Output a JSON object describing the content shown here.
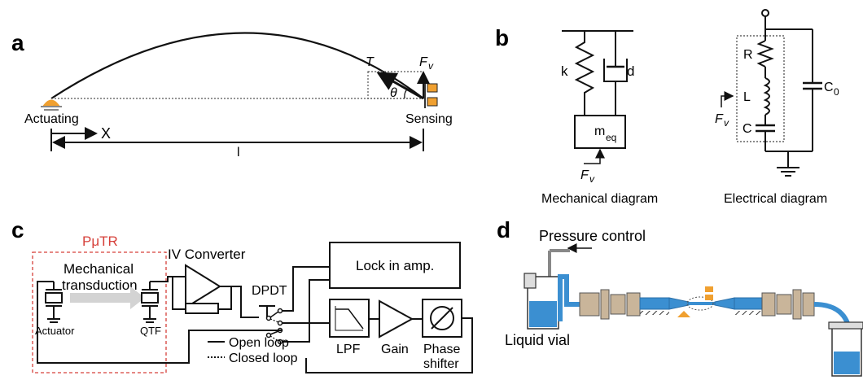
{
  "panels": {
    "a": "a",
    "b": "b",
    "c": "c",
    "d": "d"
  },
  "panel_a": {
    "actuating": "Actuating",
    "sensing": "Sensing",
    "x": "X",
    "tension": "T",
    "force": "F",
    "force_sub": "v",
    "angle": "θ",
    "length": "l"
  },
  "panel_b": {
    "spring": "k",
    "damper": "d",
    "mass": "m",
    "mass_sub": "eq",
    "force": "F",
    "force_sub": "v",
    "resistor": "R",
    "inductor": "L",
    "capacitor": "C",
    "parallel_cap": "C",
    "parallel_cap_sub": "0",
    "e_force": "F",
    "e_force_sub": "v",
    "mech_caption": "Mechanical diagram",
    "elec_caption": "Electrical diagram"
  },
  "panel_c": {
    "ptr_label": "PμTR",
    "mech_trans_1": "Mechanical",
    "mech_trans_2": "transduction",
    "iv_converter": "IV Converter",
    "dpdt": "DPDT",
    "lock_in": "Lock in amp.",
    "actuator": "Actuator",
    "qtf": "QTF",
    "lpf": "LPF",
    "gain": "Gain",
    "phase_1": "Phase",
    "phase_2": "shifter",
    "open_loop": "Open loop",
    "closed_loop": "Closed loop"
  },
  "panel_d": {
    "pressure_control": "Pressure control",
    "liquid_vial": "Liquid vial"
  },
  "colors": {
    "accent_orange": "#f0a030",
    "ptr_red": "#d6403a",
    "fluid_blue": "#3b8fd1",
    "fitting_tan": "#c9b59a"
  }
}
